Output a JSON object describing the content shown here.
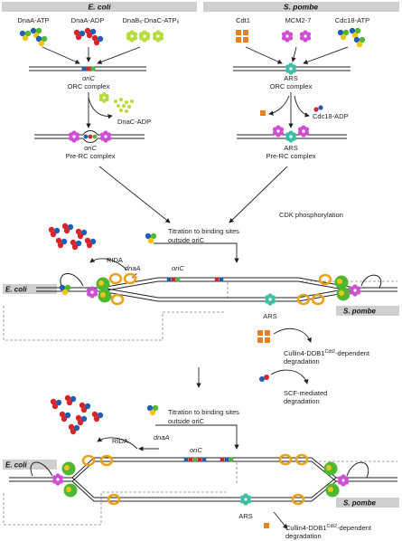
{
  "headers": {
    "left": "E. coli",
    "right": "S. pombe"
  },
  "top_left": {
    "dnaa_atp": "DnaA-ATP",
    "dnaa_adp": "DnaA-ADP",
    "dnab_dnac": "DnaB₆-DnaC-ATP₆",
    "oric_1": "oriC",
    "orc_complex": "ORC complex",
    "dnac_adp": "DnaC-ADP",
    "oric_2": "oriC",
    "pre_rc": "Pre-RC complex"
  },
  "top_right": {
    "cdt1": "Cdt1",
    "mcm": "MCM2-7",
    "cdc18_atp": "Cdc18-ATP",
    "ars_1": "ARS",
    "orc_complex": "ORC complex",
    "cdc18_adp": "Cdc18-ADP",
    "ars_2": "ARS",
    "pre_rc": "Pre-RC complex"
  },
  "cdk": "CDK phosphorylation",
  "panel1": {
    "titration_1": "Titration to binding sites",
    "titration_2": "outside oriC",
    "rida": "RIDA",
    "dnaa": "dnaA",
    "oric": "oriC",
    "ecoli_tag": "E. coli",
    "spombe_tag": "S. pombe",
    "ars": "ARS",
    "cullin_deg": "Cullin4-DDB1",
    "cullin_sup": "Cdt2",
    "cullin_tail": "-dependent",
    "degradation": "degradation",
    "scf_1": "SCF-mediated",
    "scf_2": "degradation"
  },
  "panel2": {
    "titration_1": "Titration to binding sites",
    "titration_2": "outside oriC",
    "rida": "RIDA",
    "dnaa": "dnaA",
    "oric": "oriC",
    "ecoli_tag": "E. coli",
    "spombe_tag": "S. pombe",
    "ars": "ARS",
    "cullin_deg": "Cullin4-DDB1",
    "cullin_sup": "Cdt2",
    "cullin_tail": "-dependent",
    "degradation": "degradation"
  },
  "colors": {
    "red": "#d7262b",
    "blue": "#1e5fb4",
    "yellow": "#f2c418",
    "green": "#4fb833",
    "lime": "#b6dd3c",
    "magenta": "#cf4fd4",
    "orange": "#e98024",
    "teal": "#3dbfa6",
    "gold": "#e8a21b"
  }
}
